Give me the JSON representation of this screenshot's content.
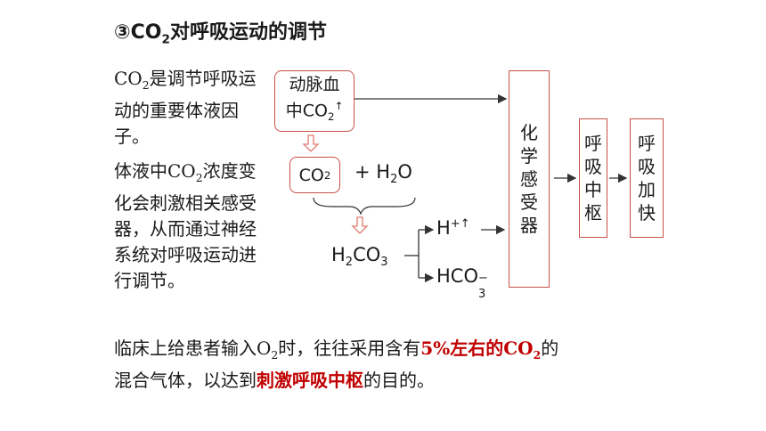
{
  "title": {
    "prefix": "③CO",
    "sub": "2",
    "suffix": "对呼吸运动的调节"
  },
  "para1": {
    "a": "CO",
    "sub": "2",
    "b": "是调节呼吸运动的重要体液因子。"
  },
  "para2": {
    "a": "体液中CO",
    "sub": "2",
    "b": "浓度变化会刺激相关感受器，从而通过神经系统对呼吸运动进行调节。"
  },
  "bottom": {
    "a": "临床上给患者输入O",
    "sub_o2": "2",
    "b": "时，往往采用含有",
    "red1": "5%左右的CO",
    "red1_sub": "2",
    "c": "的",
    "d": "混合气体，以达到",
    "red2": "刺激呼吸中枢",
    "e": "的目的。"
  },
  "diagram": {
    "arterial_line1": "动脉血",
    "arterial_line2_a": "中CO",
    "arterial_line2_sub": "2",
    "arterial_line2_arrow": "↑",
    "co2_box_a": "CO",
    "co2_box_sub": "2",
    "plus_h2o_a": "+ H",
    "plus_h2o_sub": "2",
    "plus_h2o_b": "O",
    "h2co3_a": "H",
    "h2co3_sub1": "2",
    "h2co3_b": "CO",
    "h2co3_sub2": "3",
    "h_ion_a": "H",
    "h_ion_sup": "+",
    "h_ion_arrow": "↑",
    "hco3_a": "HCO",
    "hco3_sub": "3",
    "hco3_sup": "−",
    "chemoreceptor": "化学感受器",
    "resp_center": "呼吸中枢",
    "resp_faster": "呼吸加快"
  },
  "colors": {
    "box_border": "#c9504a",
    "arrow": "#333333",
    "hollow_arrow": "#e07a6e",
    "highlight": "#c00000"
  }
}
